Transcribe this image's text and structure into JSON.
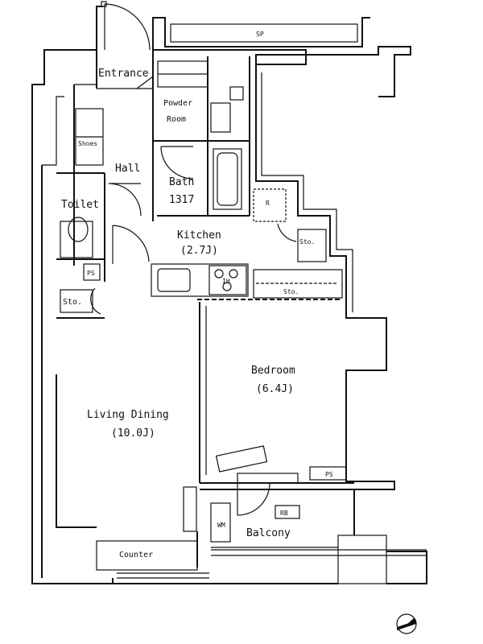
{
  "labels": {
    "entrance": "Entrance",
    "powder_room_1": "Powder",
    "powder_room_2": "Room",
    "shoes": "Shoes",
    "hall": "Hall",
    "bath": "Bath",
    "bath_size": "1317",
    "toilet": "Toilet",
    "ps_toilet": "PS",
    "sto_left": "Sto.",
    "kitchen": "Kitchen",
    "kitchen_size": "(2.7J)",
    "sto_kitchen": "Sto.",
    "sto_bedroom": "Sto.",
    "bedroom": "Bedroom",
    "bedroom_size": "(6.4J)",
    "living_dining": "Living Dining",
    "living_size": "(10.0J)",
    "ps_bedroom": "PS",
    "counter": "Counter",
    "balcony": "Balcony",
    "top_hatch": "SP",
    "wm": "WM",
    "fridge": "R",
    "range": "IH",
    "rb": "RB"
  }
}
